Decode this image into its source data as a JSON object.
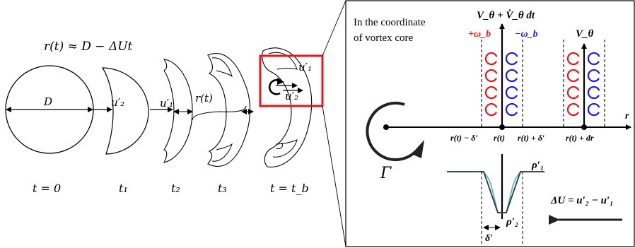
{
  "left_panel": {
    "formula": "r(t) ≈ D − ΔUt",
    "stages": [
      {
        "id": "t0",
        "label": "t = 0"
      },
      {
        "id": "t1",
        "label": "t₁"
      },
      {
        "id": "t2",
        "label": "t₂"
      },
      {
        "id": "t3",
        "label": "t₃"
      },
      {
        "id": "tb",
        "label": "t = t_b"
      }
    ],
    "annotations": {
      "diameter": "D",
      "u2_prime": "u′₂",
      "u1_prime": "u′₁",
      "r_t": "r(t)",
      "u1_prime_b": "u′₁",
      "u2_prime_b": "u′₂"
    },
    "highlight_color": "#e8141b"
  },
  "right_panel": {
    "caption_line1": "In the coordinate",
    "caption_line2": "of vortex core",
    "v_theta_dt": "V_θ + V̇_θ dt",
    "v_theta": "V_θ",
    "plus_omega": "+ω_b",
    "minus_omega": "−ω_b",
    "r_axis": "r",
    "tick_labels": [
      "r(t) − δ′",
      "r(t)",
      "r(t) + δ′",
      "r(t) + dr"
    ],
    "gamma": "Γ",
    "rho1": "ρ′₁",
    "rho2": "ρ′₂",
    "delta_prime": "δ′",
    "delta_u": "ΔU = u′₂ − u′₁",
    "colors": {
      "plus": "#e8141b",
      "minus": "#1a1ae0",
      "profile": "#333333",
      "profile_alt": "#3fb8c8"
    }
  }
}
